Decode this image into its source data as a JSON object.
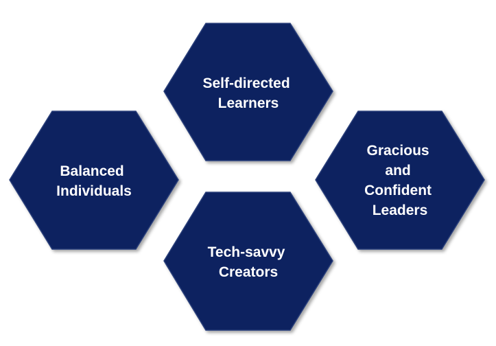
{
  "diagram": {
    "fill_color": "#0e2260",
    "text_color": "#ffffff",
    "nodes": [
      {
        "id": "top",
        "label_lines": [
          "Self-directed",
          "Learners"
        ]
      },
      {
        "id": "left",
        "label_lines": [
          "Balanced",
          "Individuals"
        ]
      },
      {
        "id": "right",
        "label_lines": [
          "Gracious",
          "and",
          "Confident",
          "Leaders"
        ]
      },
      {
        "id": "bottom",
        "label_lines": [
          "Tech-savvy",
          "Creators"
        ]
      }
    ]
  }
}
